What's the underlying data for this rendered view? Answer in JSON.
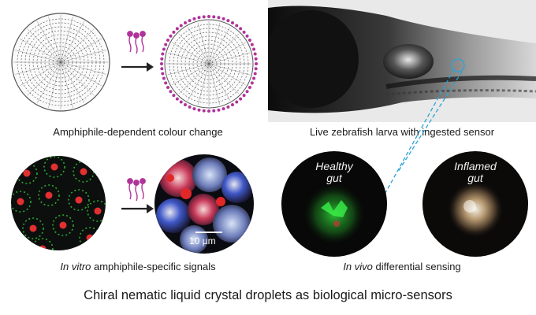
{
  "captions": {
    "top_left": "Amphiphile-dependent colour change",
    "top_right": "Live zebrafish larva with ingested sensor",
    "bottom_left_italic": "In vitro",
    "bottom_left_rest": " amphiphile-specific signals",
    "bottom_right_italic": "In vivo",
    "bottom_right_rest": " differential sensing"
  },
  "labels": {
    "healthy_line1": "Healthy",
    "healthy_line2": "gut",
    "inflamed_line1": "Inflamed",
    "inflamed_line2": "gut",
    "scale_bar": "10 µm"
  },
  "title": "Chiral nematic liquid crystal droplets as biological micro-sensors",
  "colors": {
    "amphiphile": "#b0339a",
    "dashed_line": "#2aa3d6",
    "green_signal": "#2fd13a",
    "red_signal": "#e23030"
  },
  "icons": [
    "droplet-schematic-icon",
    "amphiphile-icon",
    "arrow-right-icon",
    "zebrafish-image"
  ]
}
